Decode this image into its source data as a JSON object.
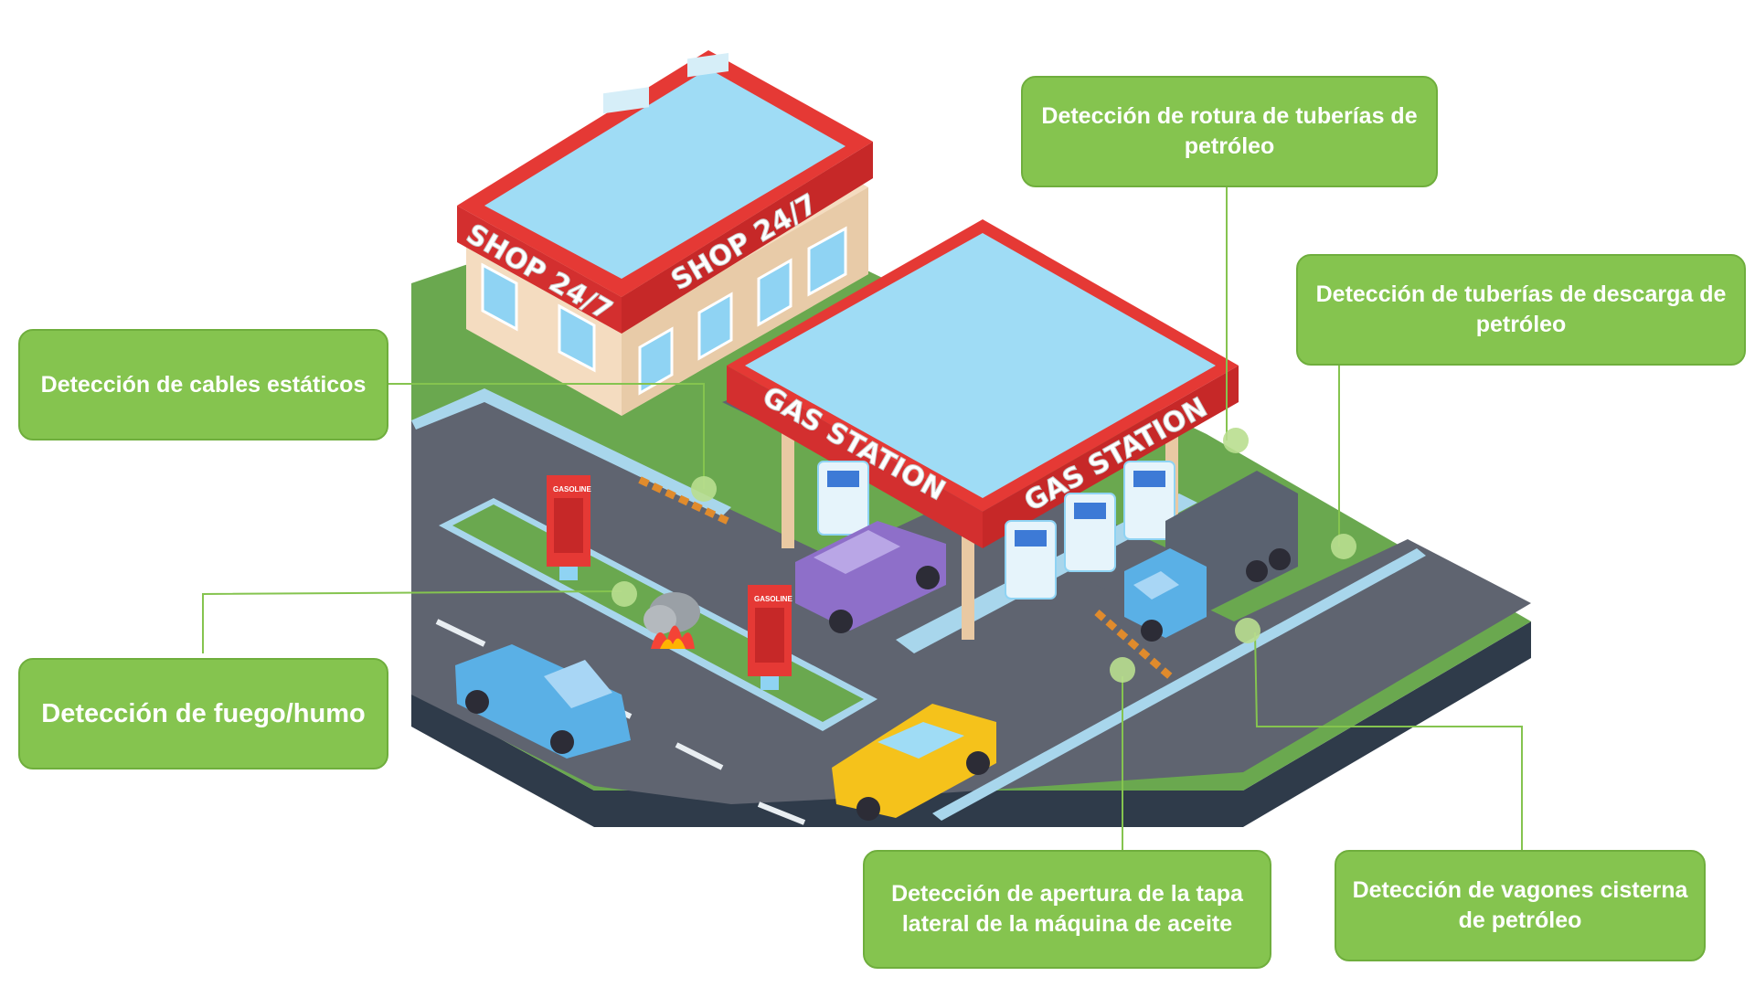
{
  "scene": {
    "shop_sign": "SHOP 24/7",
    "station_sign": "GAS STATION",
    "pump_sign": "GASOLINE"
  },
  "callouts": {
    "static_cables": "Detección de cables estáticos",
    "fire_smoke": "Detección de fuego/humo",
    "pipe_rupture": "Detección de rotura de tuberías de petróleo",
    "discharge_pipes": "Detección de tuberías de descarga de petróleo",
    "side_cover": "Detección de apertura de la tapa lateral de la máquina de aceite",
    "tank_wagons": "Detección de vagones cisterna de petróleo"
  },
  "colors": {
    "callout_green": "#85c44f",
    "grass": "#6aa84f",
    "road": "#5f6470",
    "roof_red": "#e53935",
    "roof_blue": "#9fdcf5"
  }
}
